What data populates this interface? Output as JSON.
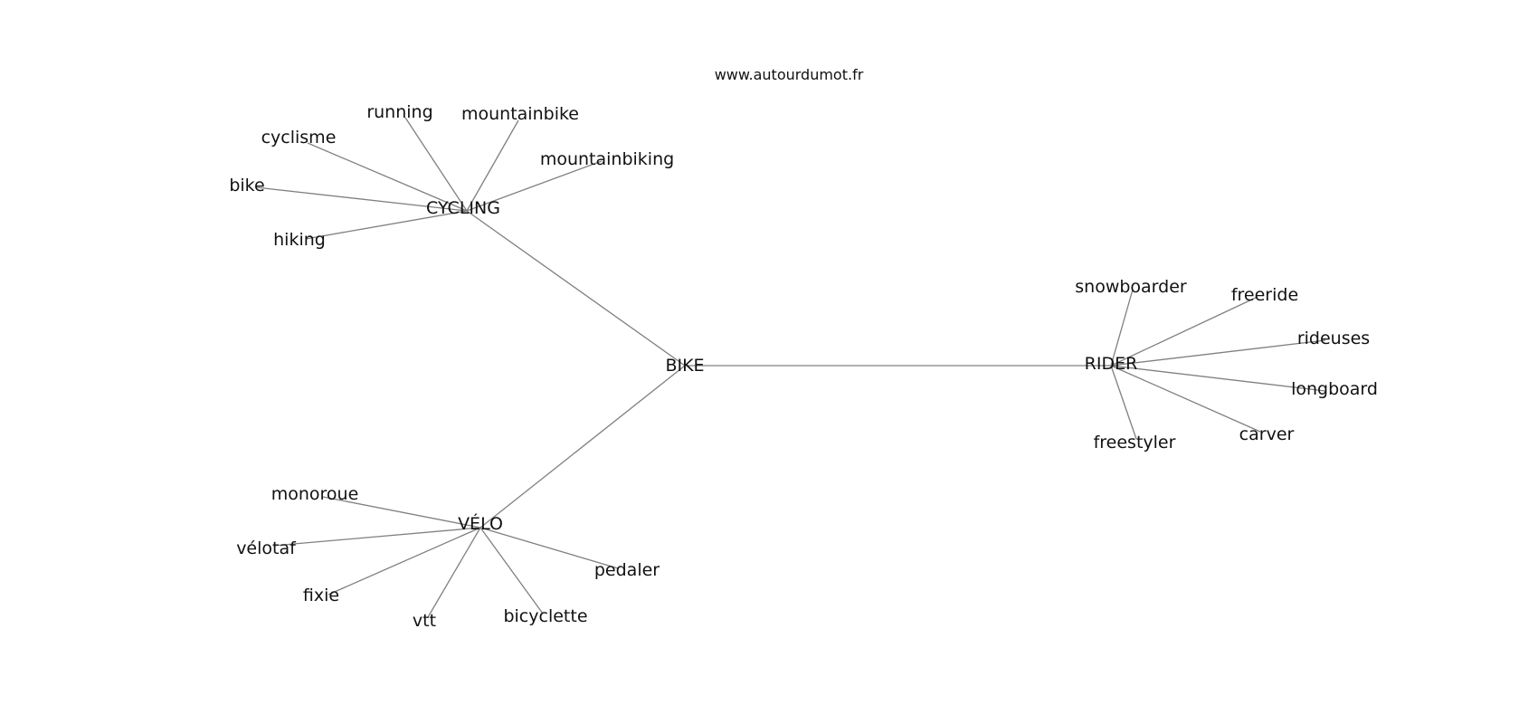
{
  "site": "www.autourdumot.fr",
  "graph": {
    "root": "BIKE",
    "hubs": [
      {
        "label": "CYCLING",
        "leaves": [
          "running",
          "mountainbike",
          "mountainbiking",
          "cyclisme",
          "bike",
          "hiking"
        ]
      },
      {
        "label": "VÉLO",
        "leaves": [
          "monoroue",
          "vélotaf",
          "fixie",
          "vtt",
          "bicyclette",
          "pedaler"
        ]
      },
      {
        "label": "RIDER",
        "leaves": [
          "snowboarder",
          "freeride",
          "rideuses",
          "longboard",
          "carver",
          "freestyler"
        ]
      }
    ]
  }
}
